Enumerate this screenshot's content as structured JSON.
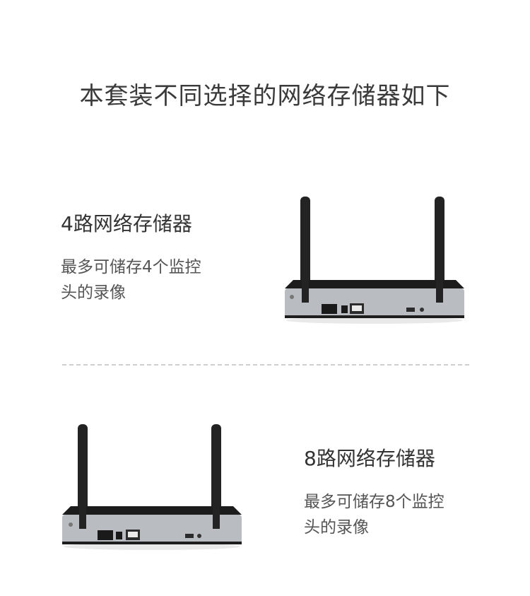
{
  "page": {
    "title": "本套装不同选择的网络存储器如下"
  },
  "products": [
    {
      "heading": "4路网络存储器",
      "description_line1": "最多可储存4个监控",
      "description_line2": "头的录像"
    },
    {
      "heading": "8路网络存储器",
      "description_line1": "最多可储存8个监控",
      "description_line2": "头的录像"
    }
  ],
  "colors": {
    "title_text": "#3a3a3a",
    "body_text": "#555555",
    "device_dark": "#222222",
    "device_silver": "#b9bcc0",
    "divider": "#cfcfcf"
  }
}
